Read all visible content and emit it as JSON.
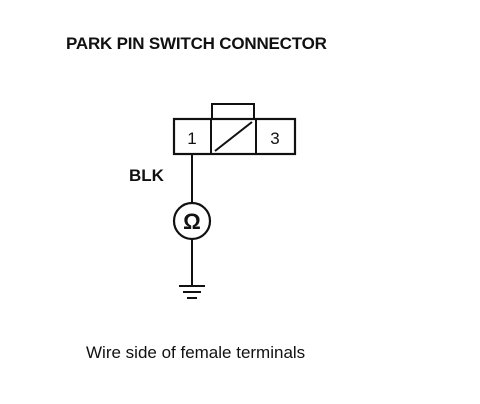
{
  "diagram": {
    "title": "PARK PIN SWITCH CONNECTOR",
    "connector": {
      "terminals": [
        {
          "number": "1"
        },
        {
          "number": "3"
        }
      ]
    },
    "wire": {
      "color_code": "BLK"
    },
    "meter": {
      "symbol": "Ω"
    },
    "caption": "Wire side of female terminals"
  }
}
